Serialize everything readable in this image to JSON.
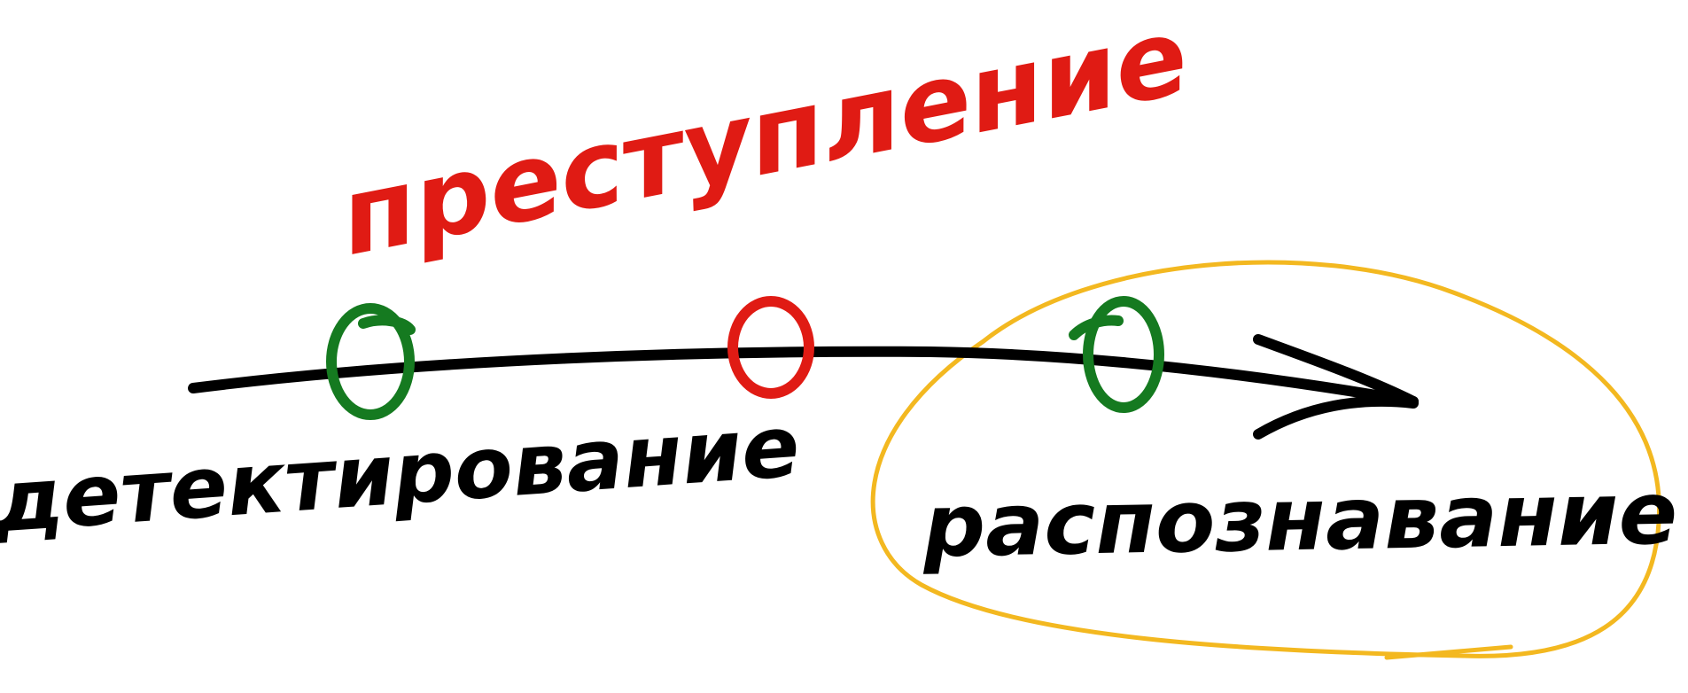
{
  "labels": {
    "crime": "преступление",
    "detection": "детектирование",
    "recognition": "распознавание"
  },
  "colors": {
    "background": "#ffffff",
    "ink": "#000000",
    "crime_red": "#e01b14",
    "marker_green": "#157a20",
    "highlight_yellow": "#f3b820"
  },
  "markers": [
    {
      "name": "detection-marker",
      "color": "green"
    },
    {
      "name": "crime-marker",
      "color": "red"
    },
    {
      "name": "recognition-marker",
      "color": "green"
    }
  ]
}
